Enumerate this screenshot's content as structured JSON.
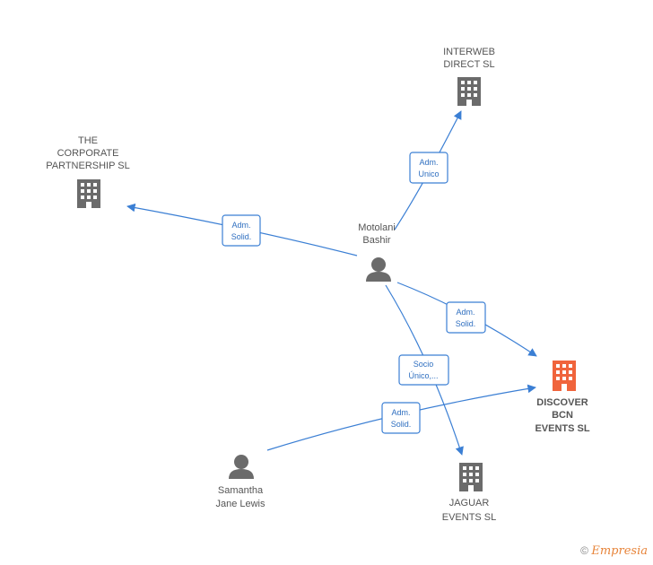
{
  "nodes": {
    "interweb": {
      "lines": [
        "INTERWEB",
        "DIRECT SL"
      ],
      "type": "company"
    },
    "corporate": {
      "lines": [
        "THE",
        "CORPORATE",
        "PARTNERSHIP SL"
      ],
      "type": "company"
    },
    "motolani": {
      "lines": [
        "Motolani",
        "Bashir"
      ],
      "type": "person"
    },
    "discover": {
      "lines": [
        "DISCOVER",
        "BCN",
        "EVENTS SL"
      ],
      "type": "company-main"
    },
    "samantha": {
      "lines": [
        "Samantha",
        "Jane Lewis"
      ],
      "type": "person"
    },
    "jaguar": {
      "lines": [
        "JAGUAR",
        "EVENTS SL"
      ],
      "type": "company"
    }
  },
  "edges": {
    "e1": {
      "lines": [
        "Adm.",
        "Unico"
      ]
    },
    "e2": {
      "lines": [
        "Adm.",
        "Solid."
      ]
    },
    "e3": {
      "lines": [
        "Adm.",
        "Solid."
      ]
    },
    "e4": {
      "lines": [
        "Socio",
        "Único,..."
      ]
    },
    "e5": {
      "lines": [
        "Adm.",
        "Solid."
      ]
    }
  },
  "footer": {
    "copyright": "©",
    "brand": "Empresia"
  },
  "colors": {
    "edge": "#3b7fd4",
    "company": "#6b6b6b",
    "company_main": "#f0643c",
    "person": "#6b6b6b"
  }
}
